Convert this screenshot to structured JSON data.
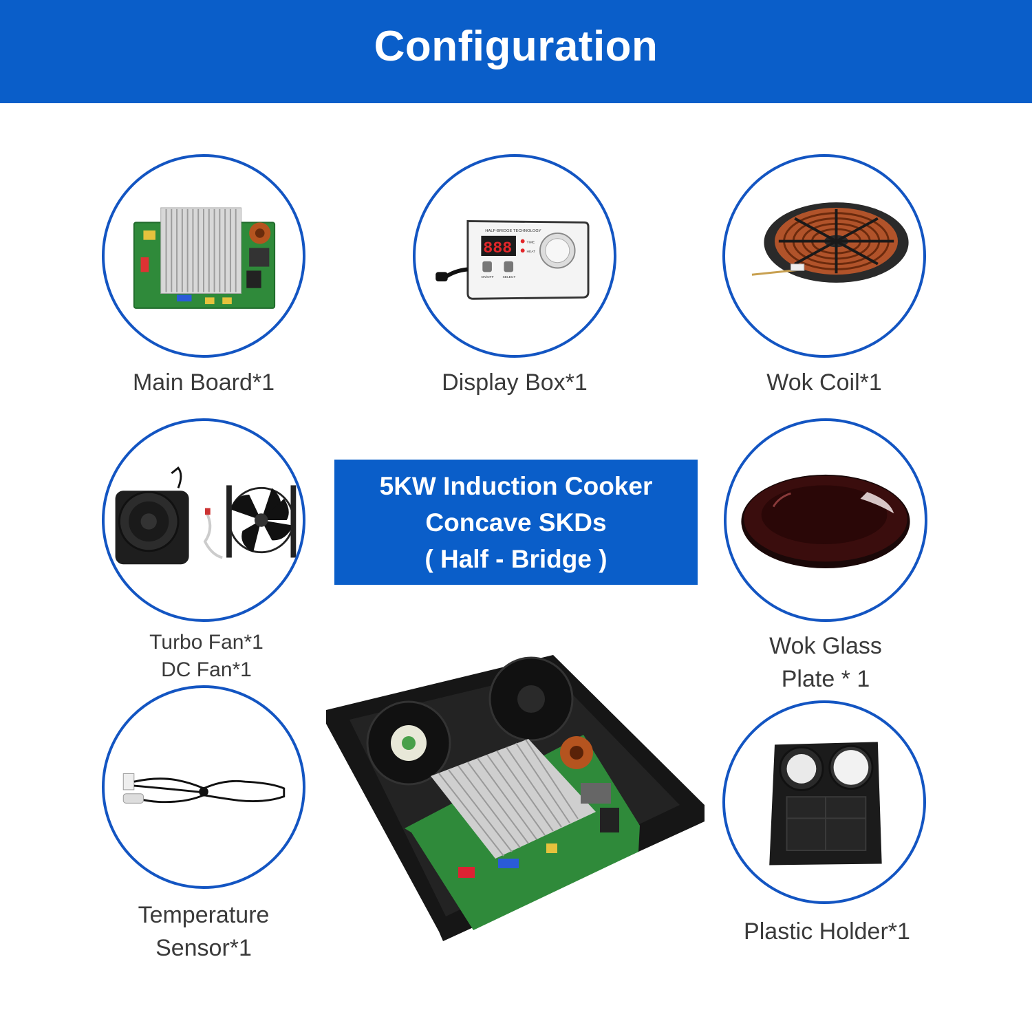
{
  "header": {
    "title": "Configuration"
  },
  "center_box": {
    "lines": [
      "5KW Induction Cooker",
      "Concave SKDs",
      "( Half - Bridge )"
    ]
  },
  "components": [
    {
      "label": "Main Board*1",
      "icon": "main-board-image"
    },
    {
      "label": "Display Box*1",
      "icon": "display-box-image"
    },
    {
      "label": "Wok Coil*1",
      "icon": "wok-coil-image"
    },
    {
      "label_lines": [
        "Turbo Fan*1",
        "DC Fan*1"
      ],
      "icon": "fans-image"
    },
    {
      "label_lines": [
        "Wok Glass",
        "Plate * 1"
      ],
      "icon": "wok-glass-plate-image"
    },
    {
      "label_lines": [
        "Temperature",
        "Sensor*1"
      ],
      "icon": "temperature-sensor-image"
    },
    {
      "label": "Plastic Holder*1",
      "icon": "plastic-holder-image"
    }
  ],
  "display_box": {
    "digits": "888",
    "brand": "HALF-BRIDGE TECHNOLOGY",
    "btn1": "ON/OFF",
    "btn2": "SELECT",
    "ind1": "TIME",
    "ind2": "HEAT"
  },
  "product_image": "assembled-induction-cooker-image",
  "colors": {
    "brand_blue": "#0a5ec9",
    "circle_border": "#1355c2",
    "label_text": "#3a3a3a"
  }
}
